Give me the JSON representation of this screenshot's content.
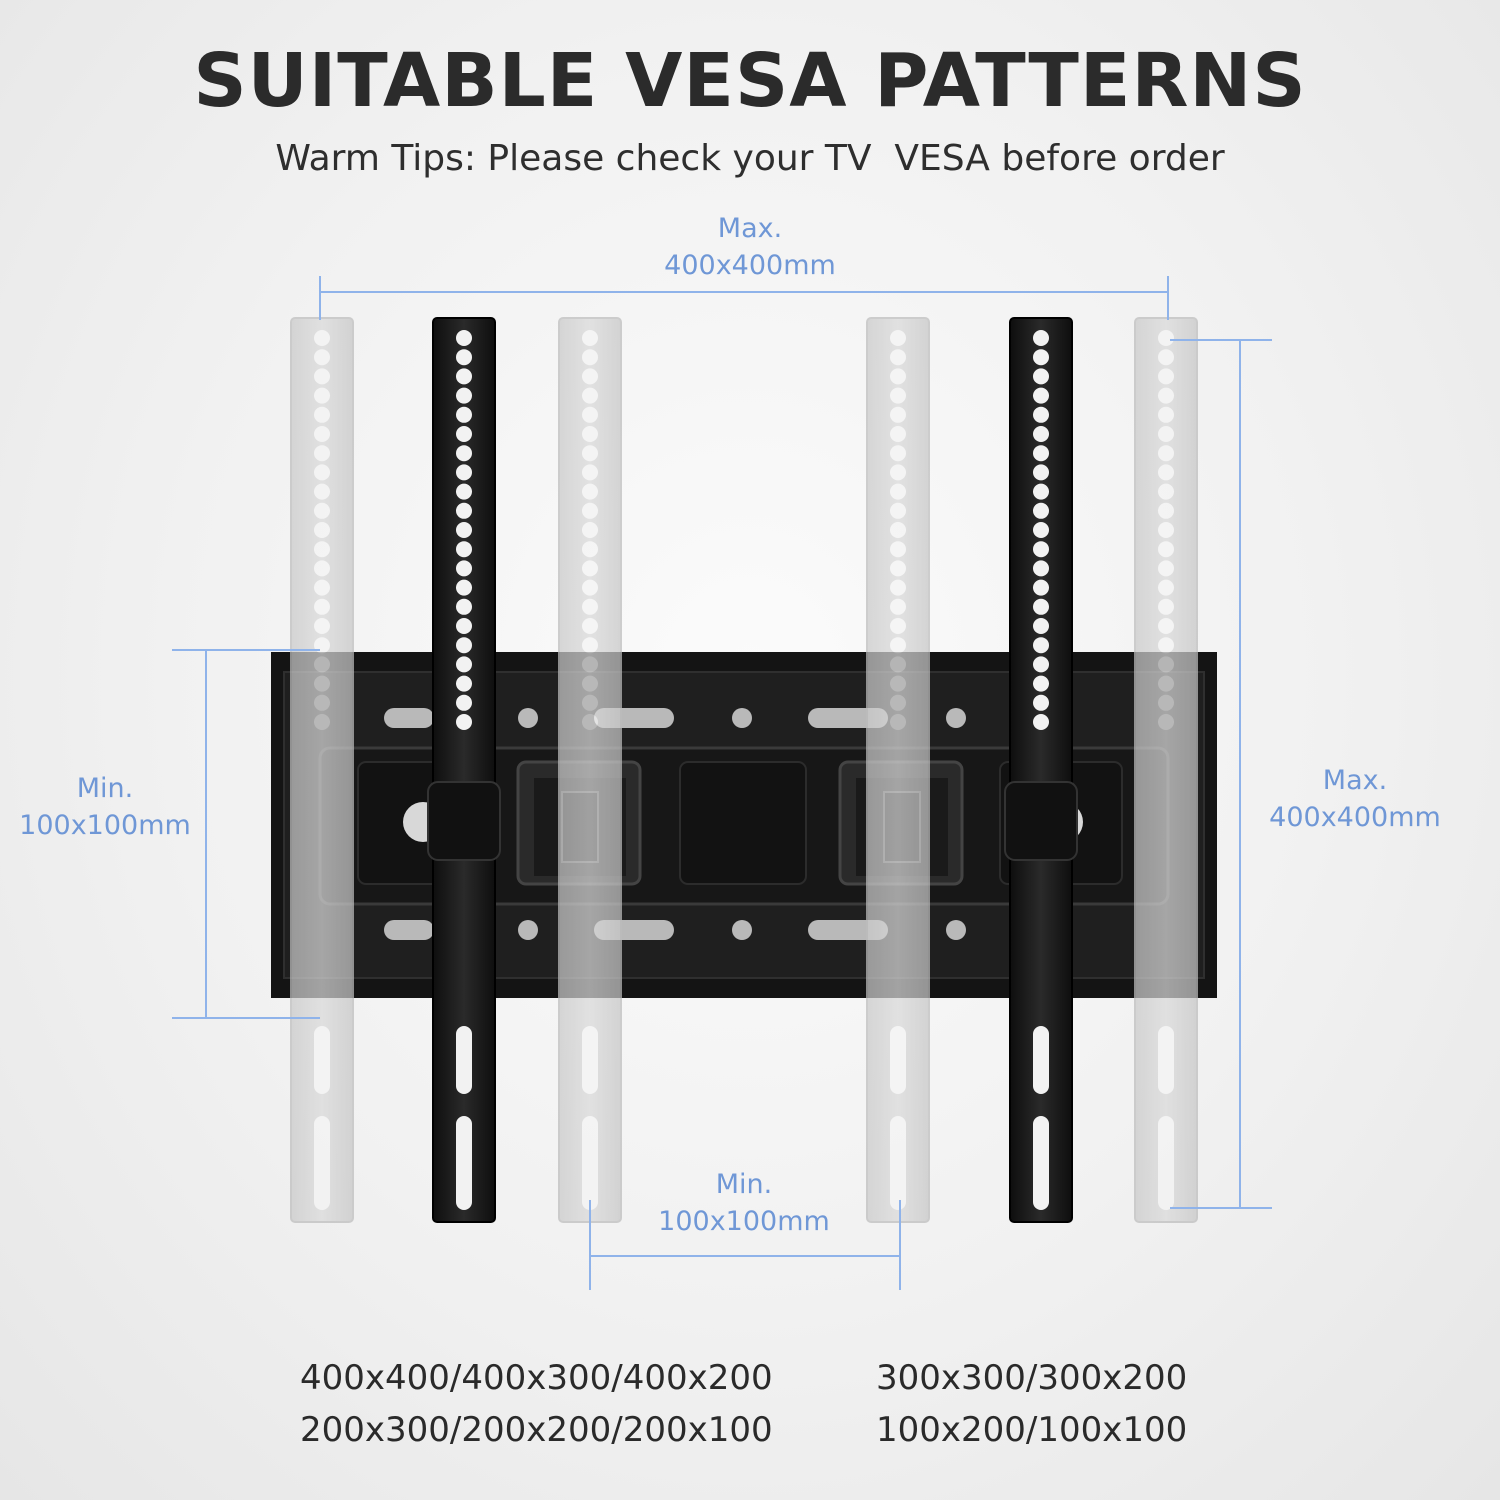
{
  "title": "SUITABLE VESA PATTERNS",
  "subtitle": "Warm Tips: Please check your TV  VESA before order",
  "dimensions": {
    "top_max": {
      "line1": "Max.",
      "line2": "400x400mm"
    },
    "right_max": {
      "line1": "Max.",
      "line2": "400x400mm"
    },
    "left_min": {
      "line1": "Min.",
      "line2": "100x100mm"
    },
    "bottom_min": {
      "line1": "Min.",
      "line2": "100x100mm"
    }
  },
  "supported_sizes": {
    "left": [
      "400x400/400x300/400x200",
      "200x300/200x200/200x100"
    ],
    "right": [
      "300x300/300x200",
      "100x200/100x100"
    ]
  },
  "colors": {
    "dimension_line": "#8fb3ea",
    "dimension_text": "#6f97d6",
    "bracket": "#1b1b1b",
    "ghost_bracket": "#d3d3d3"
  }
}
